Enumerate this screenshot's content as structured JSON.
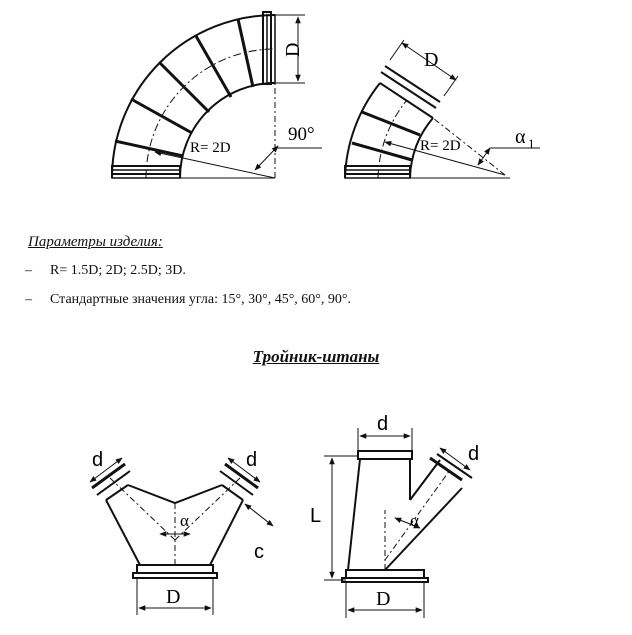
{
  "elbow_diagrams": {
    "left": {
      "diameter_label": "D",
      "radius_label": "R= 2D",
      "angle_label": "90°"
    },
    "right": {
      "diameter_label": "D",
      "radius_label": "R= 2D",
      "angle_label": "α",
      "angle_subscript": "1"
    }
  },
  "params": {
    "heading": "Параметры изделия:",
    "items": [
      {
        "dash": "–",
        "text": "R= 1.5D; 2D; 2.5D; 3D."
      },
      {
        "dash": "–",
        "text": "Стандартные значения угла: 15°, 30°, 45°, 60°, 90°."
      }
    ]
  },
  "section_title": "Тройник-штаны",
  "tee_diagrams": {
    "left": {
      "branch_left_label": "d",
      "branch_right_label": "d",
      "angle_label": "α",
      "length_label": "c",
      "base_label": "D"
    },
    "right": {
      "top_label": "d",
      "branch_label": "d",
      "length_label": "L",
      "angle_label": "α",
      "base_label": "D"
    }
  }
}
